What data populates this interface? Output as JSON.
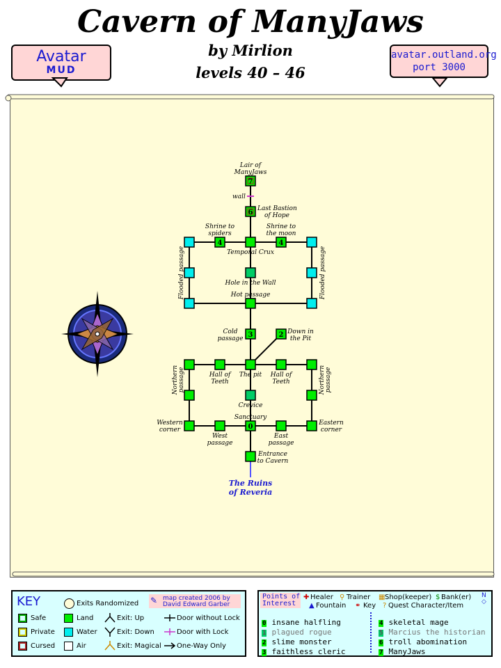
{
  "header": {
    "title": "Cavern of ManyJaws",
    "author": "by Mirlion",
    "levels": "levels 40 – 46",
    "logo_top": "Avatar",
    "logo_bottom": "MUD",
    "server_line1": "avatar.outland.org",
    "server_line2": "port 3000"
  },
  "map": {
    "rooms": [
      {
        "id": "lair",
        "label": "7",
        "color": "#00ee00",
        "title1": "Lair of",
        "title2": "ManyJaws"
      },
      {
        "id": "bastion",
        "label": "6",
        "color": "#00ee00",
        "title1": "Last Bastion",
        "title2": "of Hope"
      },
      {
        "id": "crux",
        "color": "#00ee00",
        "title1": "Temporal Crux"
      },
      {
        "id": "hole",
        "color": "#00cc66",
        "title1": "Hole in the Wall"
      },
      {
        "id": "hot",
        "color": "#00ee00",
        "title1": "Hot passage"
      },
      {
        "id": "cold",
        "label": "3",
        "color": "#00ee00",
        "title1": "Cold",
        "title2": "passage"
      },
      {
        "id": "downpit",
        "label": "2",
        "color": "#00ee00",
        "title1": "Down in",
        "title2": "the Pit"
      },
      {
        "id": "pit",
        "color": "#00ee00",
        "title1": "The pit"
      },
      {
        "id": "crevice",
        "color": "#00cc66",
        "title1": "Crevice"
      },
      {
        "id": "sanctuary",
        "label": "0",
        "color": "#00ee00",
        "title1": "Sanctuary"
      },
      {
        "id": "entrance",
        "color": "#00ee00",
        "title1": "Entrance",
        "title2": "to Cavern"
      }
    ],
    "wall_label": "wall",
    "shrine_spiders": [
      "Shrine to",
      "spiders"
    ],
    "shrine_moon": [
      "Shrine to",
      "the moon"
    ],
    "flooded_left": "Flooded passage",
    "flooded_right": "Flooded passage",
    "hall_teeth_left": [
      "Hall of",
      "Teeth"
    ],
    "hall_teeth_right": [
      "Hall of",
      "Teeth"
    ],
    "northern_left": [
      "Northern",
      "passage"
    ],
    "northern_right": [
      "Northern",
      "passage"
    ],
    "western_corner": [
      "Western",
      "corner"
    ],
    "eastern_corner": [
      "Eastern",
      "corner"
    ],
    "west_passage": [
      "West",
      "passage"
    ],
    "east_passage": [
      "East",
      "passage"
    ],
    "exit_area": [
      "The Ruins",
      "of Reveria"
    ],
    "shrine_label": "4"
  },
  "key": {
    "title": "KEY",
    "exits_randomized": "Exits Randomized",
    "credit_line1": "map created 2006 by",
    "credit_line2": "David Edward Garber",
    "safe": "Safe",
    "private": "Private",
    "cursed": "Cursed",
    "land": "Land",
    "water": "Water",
    "air": "Air",
    "exit_up": "Exit: Up",
    "exit_down": "Exit: Down",
    "exit_magical": "Exit: Magical",
    "door_no_lock": "Door without Lock",
    "door_lock": "Door with Lock",
    "one_way": "One-Way Only"
  },
  "poi": {
    "title1": "Points of",
    "title2": "Interest",
    "healer": "Healer",
    "trainer": "Trainer",
    "shop": "Shop(keeper)",
    "bank": "Bank(er)",
    "fountain": "Fountain",
    "keyitem": "Key",
    "quest": "Quest Character/Item",
    "items": [
      {
        "n": "0",
        "t": "insane halfling",
        "muted": false
      },
      {
        "n": "1",
        "t": "plagued rogue",
        "muted": true
      },
      {
        "n": "2",
        "t": "slime monster",
        "muted": false
      },
      {
        "n": "3",
        "t": "faithless cleric",
        "muted": false
      },
      {
        "n": "4",
        "t": "skeletal mage",
        "muted": false
      },
      {
        "n": "5",
        "t": "Marcius the historian",
        "muted": true
      },
      {
        "n": "6",
        "t": "troll abomination",
        "muted": false
      },
      {
        "n": "7",
        "t": "ManyJaws",
        "muted": false
      }
    ]
  },
  "colors": {
    "land": "#00ee00",
    "water": "#00eeee",
    "parchment": "#fffcd8",
    "banner": "#ffd6d6",
    "key_bg": "#d8ffff",
    "label_blue": "#1a1ad0"
  }
}
